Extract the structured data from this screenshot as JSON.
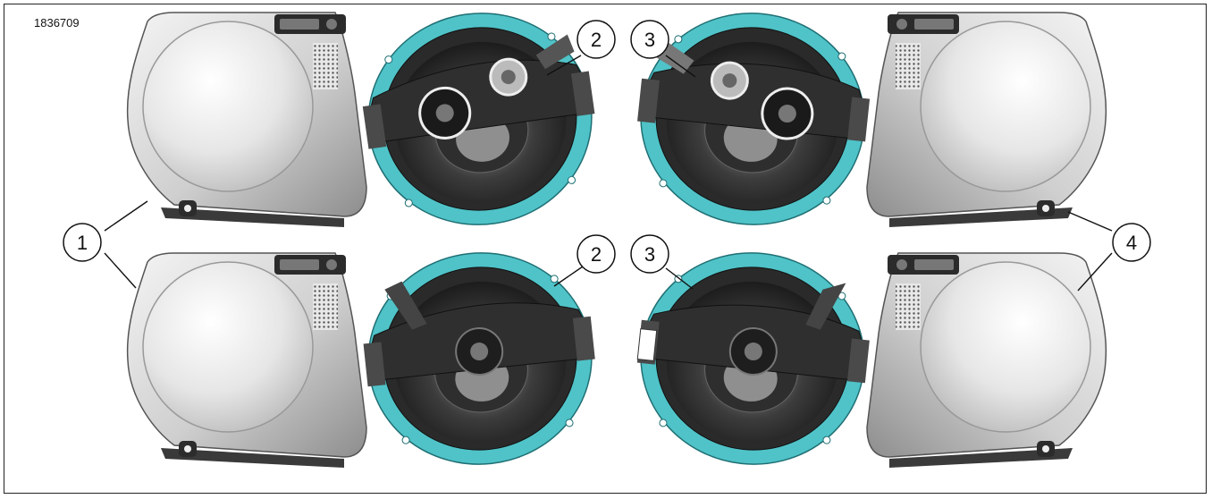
{
  "figure_id": "1836709",
  "callouts": [
    {
      "label": "1"
    },
    {
      "label": "2"
    },
    {
      "label": "3"
    },
    {
      "label": "4"
    }
  ],
  "colors": {
    "frame": "#222222",
    "gasket_teal": "#4fc3c8",
    "cover_silver": "#d9d9d9",
    "speaker_dark": "#3a3a3a"
  }
}
